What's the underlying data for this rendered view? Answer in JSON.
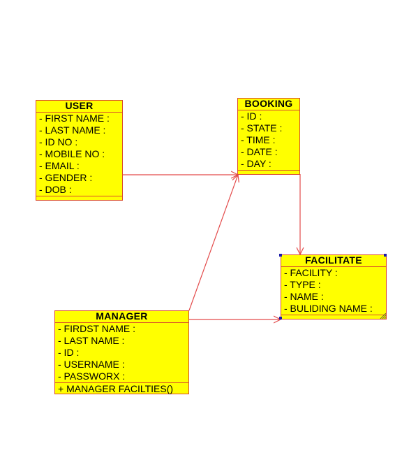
{
  "diagram": {
    "colors": {
      "class_fill": "#ffff00",
      "class_border": "#d94b2b",
      "connector": "#e34a4a",
      "handle": "#1a1aa6"
    },
    "classes": {
      "user": {
        "title": "USER",
        "attributes": [
          "- FIRST NAME :",
          "- LAST NAME :",
          "- ID NO :",
          "- MOBILE NO :",
          "- EMAIL :",
          "- GENDER :",
          "- DOB :"
        ],
        "operations": []
      },
      "booking": {
        "title": "BOOKING",
        "attributes": [
          "- ID :",
          "- STATE :",
          "- TIME :",
          "- DATE :",
          "- DAY :"
        ],
        "operations": []
      },
      "facilitate": {
        "title": "FACILITATE",
        "attributes": [
          "- FACILITY :",
          "- TYPE :",
          "- NAME :",
          "- BULIDING NAME :"
        ],
        "operations": []
      },
      "manager": {
        "title": "MANAGER",
        "attributes": [
          "- FIRDST NAME :",
          "- LAST NAME :",
          "- ID :",
          "- USERNAME :",
          "- PASSWORX :"
        ],
        "operations": [
          "+ MANAGER FACILTIES()"
        ]
      }
    },
    "associations": [
      {
        "from": "USER",
        "to": "BOOKING"
      },
      {
        "from": "MANAGER",
        "to": "BOOKING"
      },
      {
        "from": "BOOKING",
        "to": "FACILITATE"
      },
      {
        "from": "MANAGER",
        "to": "FACILITATE"
      }
    ]
  }
}
